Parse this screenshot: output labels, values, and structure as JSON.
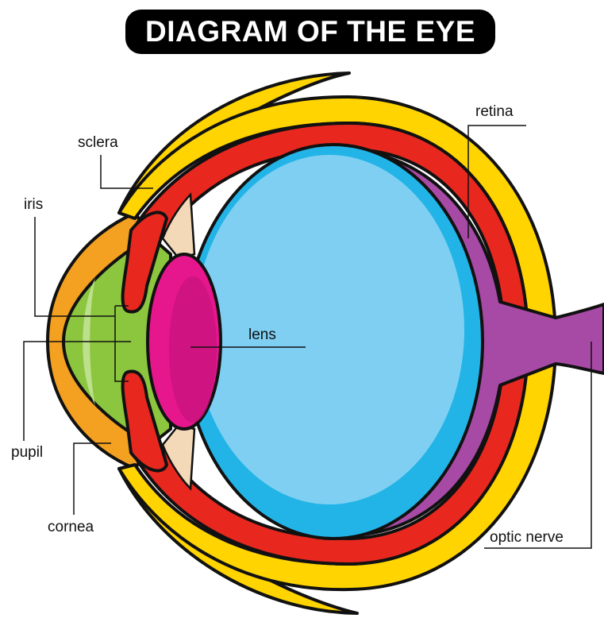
{
  "title": "DIAGRAM OF THE EYE",
  "labels": {
    "sclera": "sclera",
    "iris": "iris",
    "pupil": "pupil",
    "cornea": "cornea",
    "lens": "lens",
    "retina": "retina",
    "optic_nerve": "optic nerve"
  },
  "colors": {
    "sclera_outer": "#FFD400",
    "choroid": "#E8281E",
    "retina": "#A74AA5",
    "vitreous": "#22B4E6",
    "vitreous_highlight": "#8FD3F5",
    "lens": "#E6168C",
    "cornea": "#F4A020",
    "aqueous": "#8CC63F",
    "ciliary": "#F3D9B8",
    "outline": "#111111"
  }
}
